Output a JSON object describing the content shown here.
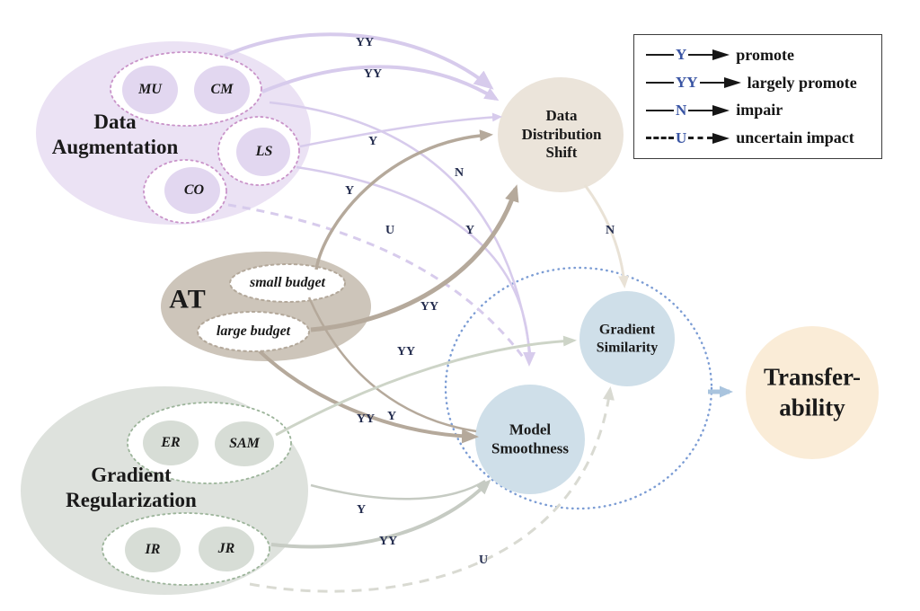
{
  "palette": {
    "data_augmentation_fill": "#ebe2f4",
    "da_member_fill": "#e2d7f0",
    "da_dotted_border": "#c993c9",
    "at_fill": "#cdc5ba",
    "at_dotted_border": "#b3a89a",
    "gradient_regularization_fill": "#dee2dd",
    "gr_member_fill": "#d7ddd6",
    "gr_dotted_border": "#9cb49a",
    "data_distribution_shift_fill": "#ebe4da",
    "smoothness_similarity_fill": "#cfdfe9",
    "transferability_fill": "#faecd7",
    "dotted_circle_stroke": "#7b9cd4",
    "purple_edge": "#d7cbec",
    "taupe_edge": "#b5a99b",
    "sage_edge": "#cdd4c7",
    "grey_edge": "#c6cbc3",
    "dashed_grey_edge": "#d9dad2",
    "beige_edge": "#e9e2d6",
    "blue_arrow": "#a9c4de"
  },
  "groups": {
    "data_augmentation": {
      "label": "Data\nAugmentation",
      "items": [
        "MU",
        "CM",
        "LS",
        "CO"
      ]
    },
    "at": {
      "label": "AT",
      "items": [
        "small budget",
        "large budget"
      ]
    },
    "gradient_regularization": {
      "label": "Gradient\nRegularization",
      "items": [
        "ER",
        "SAM",
        "IR",
        "JR"
      ]
    }
  },
  "nodes": {
    "data_distribution_shift": "Data\nDistribution\nShift",
    "model_smoothness": "Model\nSmoothness",
    "gradient_similarity": "Gradient\nSimilarity",
    "transferability": "Transfer-\nability"
  },
  "edge_labels": [
    {
      "id": "da-to-dds-yy-1",
      "text": "YY"
    },
    {
      "id": "da-to-dds-yy-2",
      "text": "YY"
    },
    {
      "id": "ls-to-dds-y",
      "text": "Y"
    },
    {
      "id": "da-to-ms-n",
      "text": "N"
    },
    {
      "id": "small-budget-to-dds-y",
      "text": "Y"
    },
    {
      "id": "co-to-ms-u",
      "text": "U"
    },
    {
      "id": "ls-to-ms-y",
      "text": "Y"
    },
    {
      "id": "large-budget-to-dds-yy",
      "text": "YY"
    },
    {
      "id": "sam-to-gs-yy",
      "text": "YY"
    },
    {
      "id": "large-budget-to-ms-yy",
      "text": "YY"
    },
    {
      "id": "small-budget-to-ms-y",
      "text": "Y"
    },
    {
      "id": "er-to-ms-y",
      "text": "Y"
    },
    {
      "id": "jr-to-ms-yy",
      "text": "YY"
    },
    {
      "id": "jr-to-gs-u",
      "text": "U"
    },
    {
      "id": "dds-to-gs-n",
      "text": "N"
    }
  ],
  "legend": {
    "items": [
      {
        "symbol": "Y",
        "label": "promote",
        "style": "solid"
      },
      {
        "symbol": "YY",
        "label": "largely promote",
        "style": "solid"
      },
      {
        "symbol": "N",
        "label": "impair",
        "style": "solid"
      },
      {
        "symbol": "U",
        "label": "uncertain impact",
        "style": "dashed"
      }
    ]
  }
}
